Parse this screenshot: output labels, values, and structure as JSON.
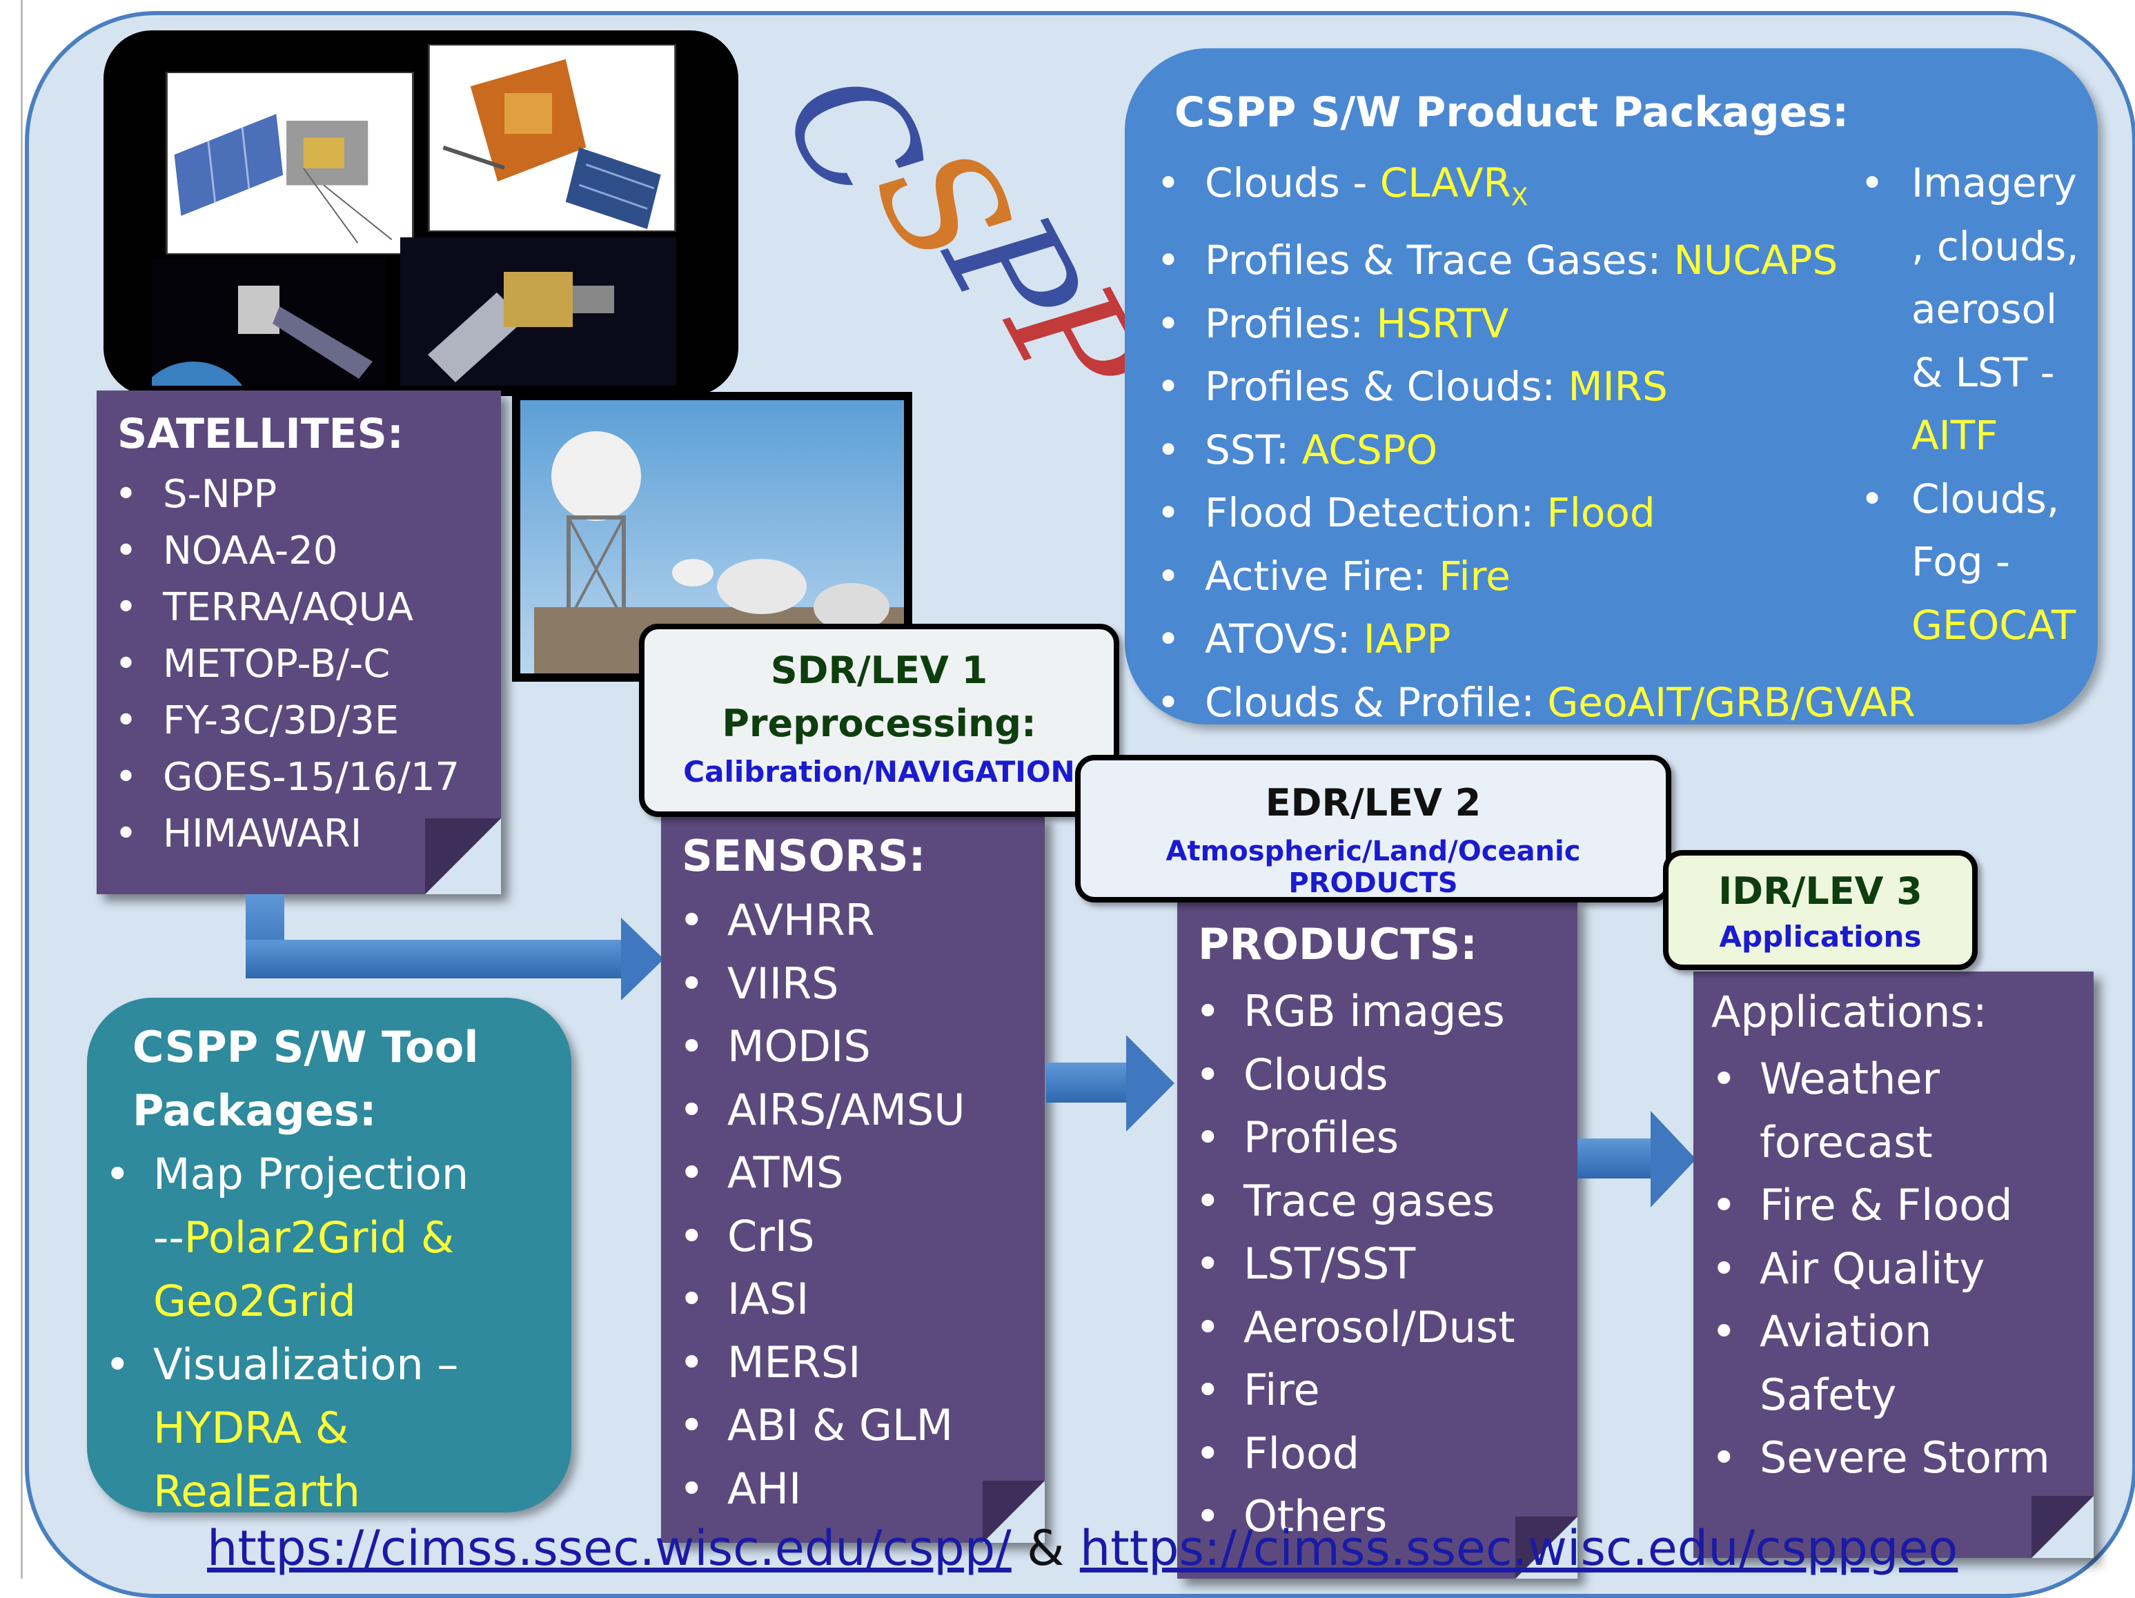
{
  "logo_text": "CSPP",
  "product_packages": {
    "title": "CSPP S/W Product Packages:",
    "items": [
      {
        "prefix": "Clouds - ",
        "name": "CLAVR",
        "sub": "X"
      },
      {
        "prefix": "Profiles & Trace Gases: ",
        "name": "NUCAPS"
      },
      {
        "prefix": "Profiles: ",
        "name": "HSRTV"
      },
      {
        "prefix": "Profiles & Clouds: ",
        "name": "MIRS"
      },
      {
        "prefix": "SST: ",
        "name": "ACSPO"
      },
      {
        "prefix": "Flood Detection: ",
        "name": "Flood"
      },
      {
        "prefix": "Active Fire: ",
        "name": "Fire"
      },
      {
        "prefix": "ATOVS: ",
        "name": "IAPP"
      },
      {
        "prefix": "Clouds & Profile: ",
        "name": "GeoAIT/GRB/GVAR"
      }
    ],
    "side_items": [
      {
        "lines": [
          "Imagery",
          ", clouds,",
          "aerosol",
          "& LST -"
        ],
        "name": "AITF"
      },
      {
        "lines": [
          "Clouds,",
          "Fog -"
        ],
        "name": "GEOCAT"
      }
    ]
  },
  "satellites": {
    "title": "SATELLITES:",
    "items": [
      "S-NPP",
      "NOAA-20",
      "TERRA/AQUA",
      "METOP-B/-C",
      "FY-3C/3D/3E",
      "GOES-15/16/17",
      "HIMAWARI"
    ]
  },
  "tool_packages": {
    "title_line1": "CSPP S/W Tool",
    "title_line2": "Packages:",
    "item1_line1": "Map Projection",
    "item1_prefix": "--",
    "item1_name_line1": "Polar2Grid &",
    "item1_name_line2": "Geo2Grid",
    "item2_line1": "Visualization –",
    "item2_name_line1": "HYDRA &",
    "item2_name_line2": "RealEarth"
  },
  "stage_sdr": {
    "line1": "SDR/LEV 1",
    "line2": "Preprocessing:",
    "line3": "Calibration/NAVIGATION"
  },
  "stage_edr": {
    "line1": "EDR/LEV 2",
    "line2": "Atmospheric/Land/Oceanic PRODUCTS"
  },
  "stage_idr": {
    "line1": "IDR/LEV 3",
    "line2": "Applications"
  },
  "sensors": {
    "title": "SENSORS:",
    "items": [
      "AVHRR",
      "VIIRS",
      "MODIS",
      "AIRS/AMSU",
      "ATMS",
      "CrIS",
      "IASI",
      "MERSI",
      "ABI & GLM",
      "AHI"
    ]
  },
  "products": {
    "title": "PRODUCTS:",
    "items": [
      "RGB images",
      "Clouds",
      "Profiles",
      "Trace gases",
      "LST/SST",
      "Aerosol/Dust",
      "Fire",
      "Flood",
      "Others"
    ]
  },
  "applications": {
    "title": "Applications:",
    "items": [
      [
        "Weather",
        "forecast"
      ],
      [
        "Fire & Flood"
      ],
      [
        "Air Quality"
      ],
      [
        "Aviation",
        "Safety"
      ],
      [
        "Severe Storm"
      ]
    ]
  },
  "links": {
    "url1": "https://cimss.ssec.wisc.edu/cspp/",
    "separator": " & ",
    "url2": "https://cimss.ssec.wisc.edu/csppgeo"
  },
  "colors": {
    "panel_purple": "#5c4a7e",
    "product_blue": "#4b88d2",
    "tool_teal": "#2e8a9c",
    "highlight_yellow": "#ffff38",
    "link_blue": "#1a1aa6"
  }
}
